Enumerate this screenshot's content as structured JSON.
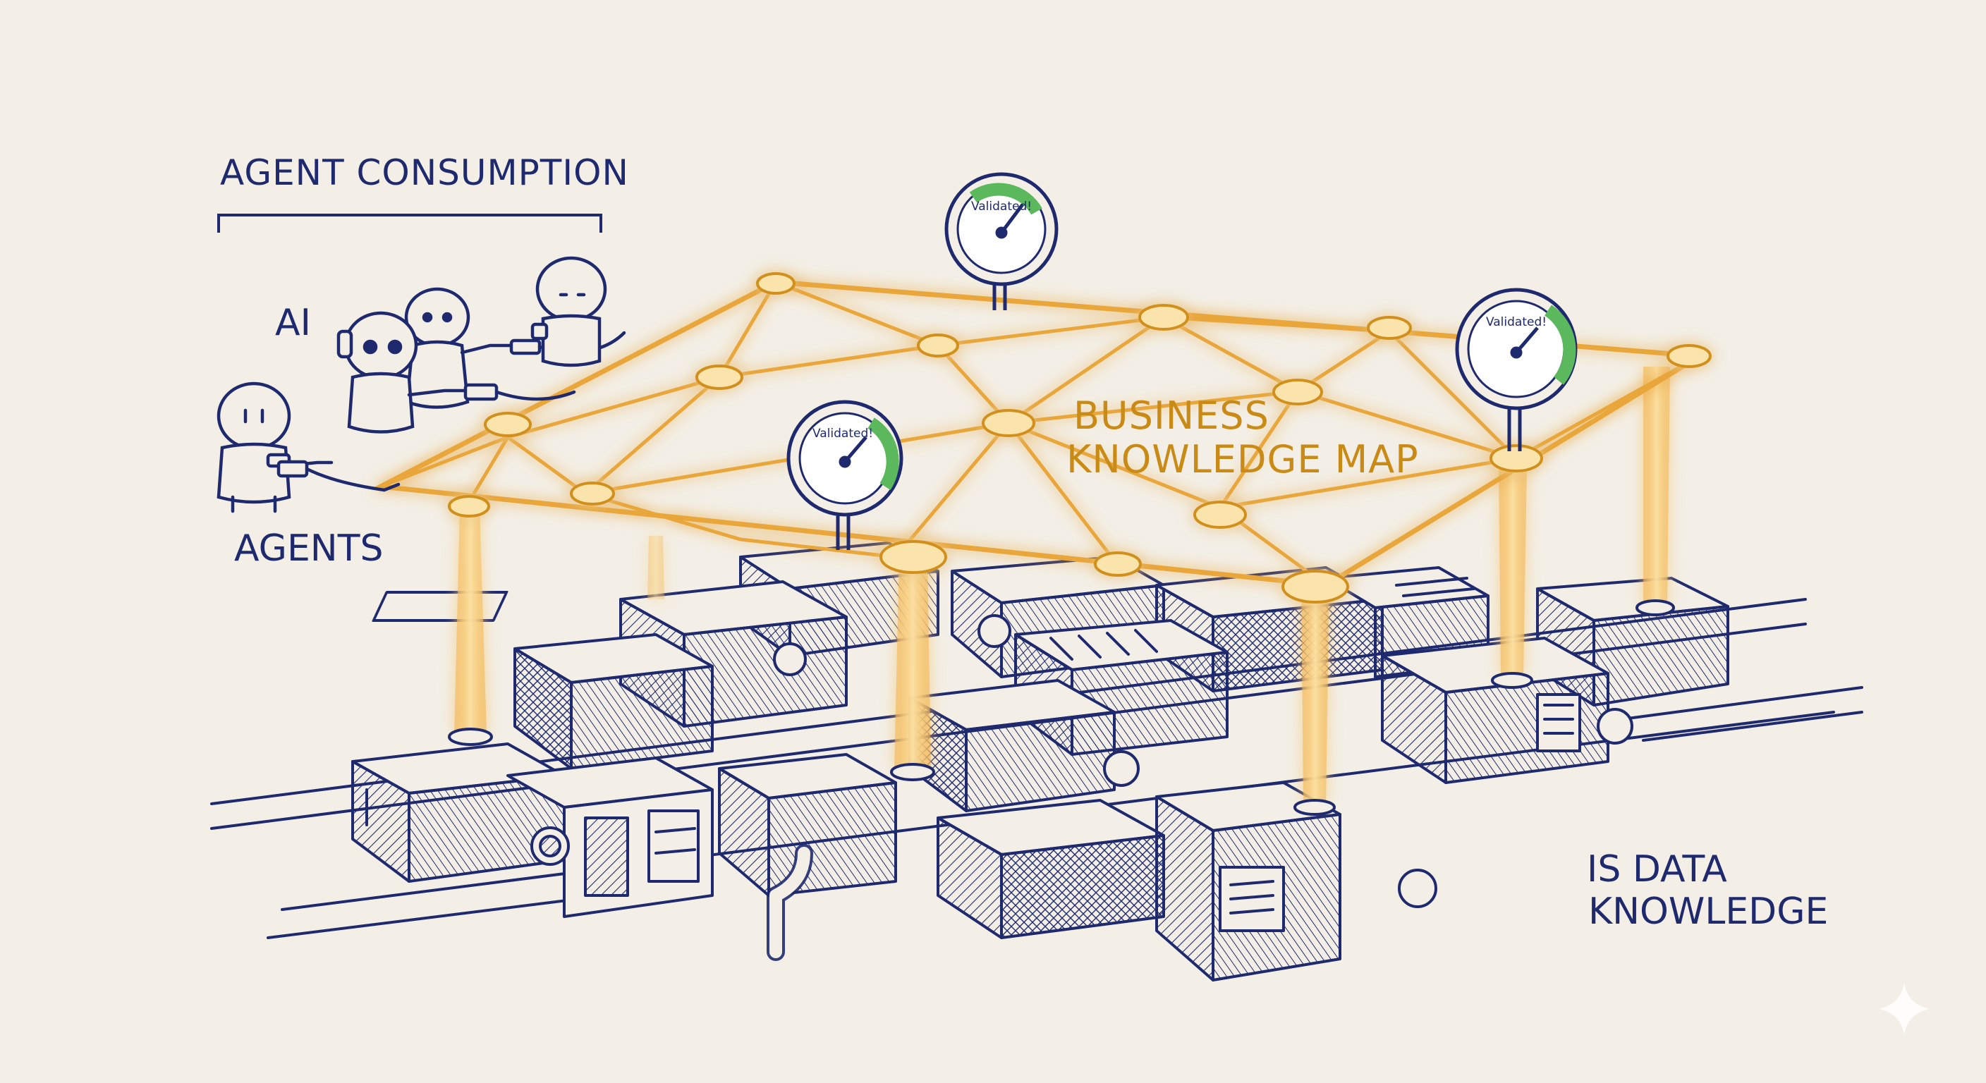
{
  "labels": {
    "agent_consumption": "AGENT CONSUMPTION",
    "ai": "AI",
    "agents": "AGENTS",
    "business_line1": "BUSINESS",
    "business_line2": "KNOWLEDGE MAP",
    "is_data_line1": "IS DATA",
    "is_data_line2": "KNOWLEDGE"
  },
  "gauges": [
    {
      "label": "Validated!"
    },
    {
      "label": "Validated!"
    },
    {
      "label": "Validated!"
    }
  ],
  "colors": {
    "paper": "#f3efe6",
    "ink": "#1f2a6e",
    "knowledge_map": "#e8a63a",
    "glow": "#f7c768",
    "validated": "#5cb85c"
  },
  "icons": {
    "agents": "robot-agent-icon",
    "gauge": "pressure-gauge-icon",
    "watermark": "sparkle-icon"
  }
}
